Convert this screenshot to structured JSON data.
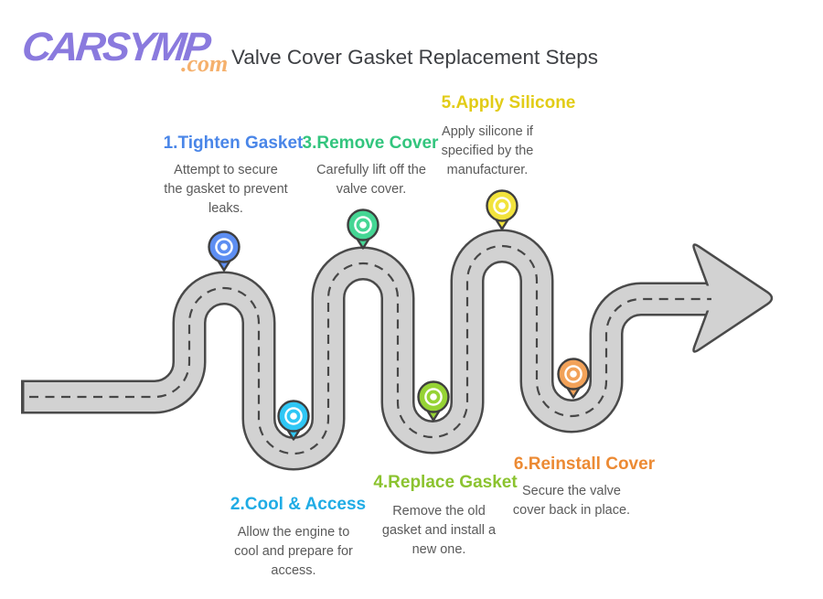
{
  "logo": {
    "brand": "CARSYMP",
    "tld": ".com"
  },
  "header": {
    "title": "Valve Cover Gasket Replacement Steps"
  },
  "road": {
    "fill": "#d2d2d2",
    "outline": "#4a4a4a"
  },
  "steps": [
    {
      "label": "1.Tighten Gasket",
      "color": "#4a86e8",
      "pin": "#5d8ef2",
      "desc": [
        "Attempt to secure",
        "the gasket to prevent",
        "leaks."
      ]
    },
    {
      "label": "2.Cool & Access",
      "color": "#20ace5",
      "pin": "#2fc7f5",
      "desc": [
        "Allow the engine to",
        "cool and prepare for",
        "access."
      ]
    },
    {
      "label": "3.Remove Cover",
      "color": "#33c57e",
      "pin": "#45d694",
      "desc": [
        "Carefully lift off the",
        "valve cover."
      ]
    },
    {
      "label": "4.Replace Gasket",
      "color": "#8bc32f",
      "pin": "#96d335",
      "desc": [
        "Remove the old",
        "gasket and install a",
        "new one."
      ]
    },
    {
      "label": "5.Apply Silicone",
      "color": "#e2cc16",
      "pin": "#f2e33c",
      "desc": [
        "Apply silicone if",
        "specified by the",
        "manufacturer."
      ]
    },
    {
      "label": "6.Reinstall Cover",
      "color": "#ec8a33",
      "pin": "#f2a259",
      "desc": [
        "Secure the valve",
        "cover back in place."
      ]
    }
  ]
}
